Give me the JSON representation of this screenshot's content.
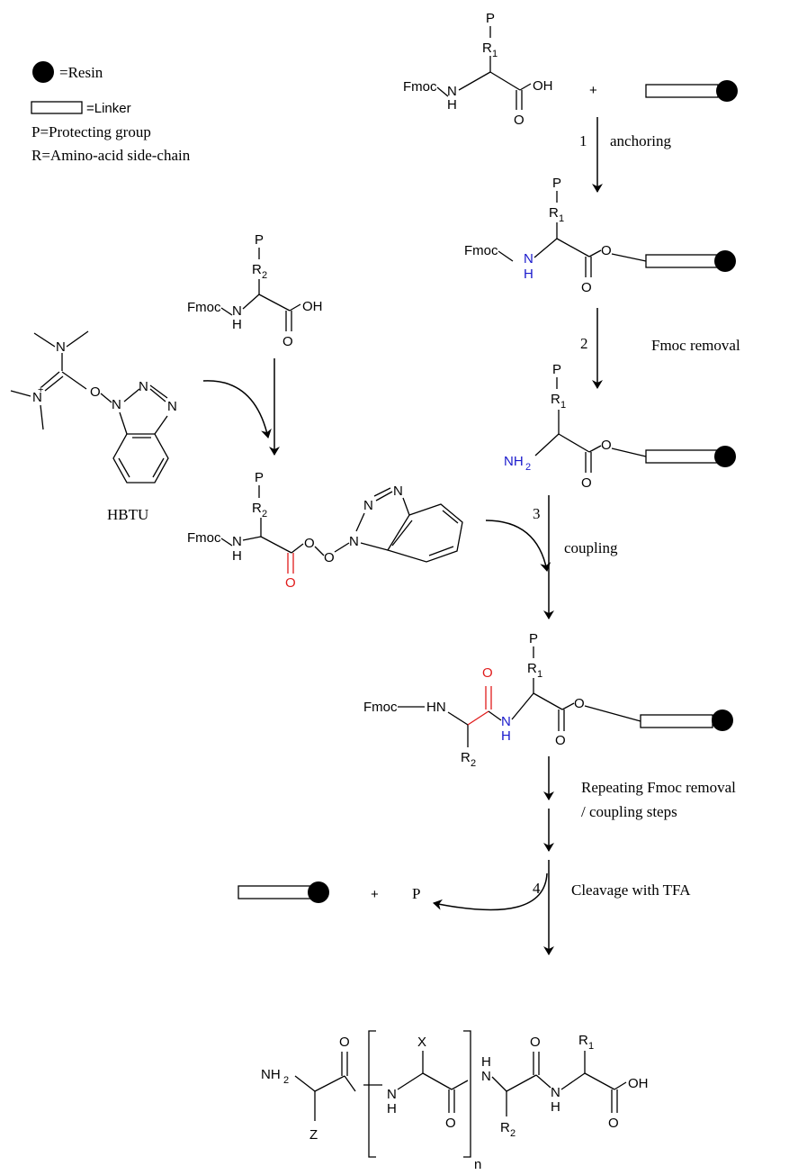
{
  "legend": {
    "resin": "=Resin",
    "linker": "=Linker",
    "protecting": "P=Protecting group",
    "sidechain": "R=Amino-acid side-chain"
  },
  "atoms": {
    "P": "P",
    "R": "R",
    "sub1": "1",
    "sub2": "2",
    "fmoc": "Fmoc",
    "N": "N",
    "H": "H",
    "O": "O",
    "OH": "OH",
    "NH": "NH",
    "HN": "HN",
    "X": "X",
    "Z": "Z",
    "n": "n",
    "plus": "+"
  },
  "reagent": {
    "name": "HBTU"
  },
  "steps": {
    "s1_num": "1",
    "s1_label": "anchoring",
    "s2_num": "2",
    "s2_label": "Fmoc removal",
    "s3_num": "3",
    "s3_label": "coupling",
    "repeat_line1": "Repeating Fmoc removal",
    "repeat_line2": "/ coupling steps",
    "s4_num": "4",
    "s4_label": "Cleavage with TFA"
  },
  "colors": {
    "amine": "#1a1acc",
    "carbonyl": "#e01b1b"
  }
}
